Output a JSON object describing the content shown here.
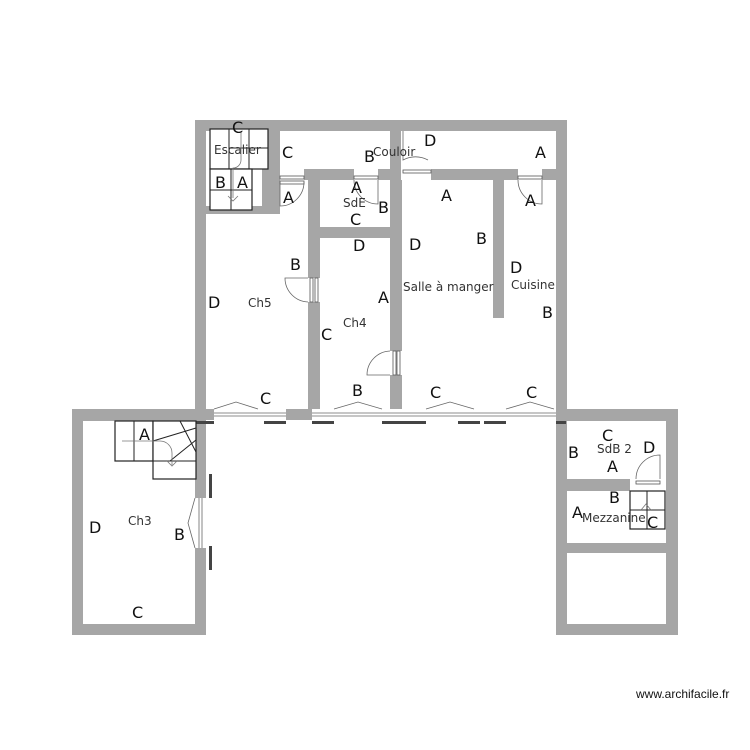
{
  "rooms": [
    {
      "name": "Escalier"
    },
    {
      "name": "Couloir"
    },
    {
      "name": "SdE"
    },
    {
      "name": "Ch5"
    },
    {
      "name": "Ch4"
    },
    {
      "name": "Salle à manger"
    },
    {
      "name": "Cuisine"
    },
    {
      "name": "Ch3"
    },
    {
      "name": "SdB 2"
    },
    {
      "name": "Mezzanine"
    }
  ],
  "wall_letters": [
    "A",
    "B",
    "C",
    "D"
  ],
  "watermark": "www.archifacile.fr",
  "colors": {
    "wall": "#a6a6a6",
    "background": "#ffffff",
    "text": "#111111"
  }
}
